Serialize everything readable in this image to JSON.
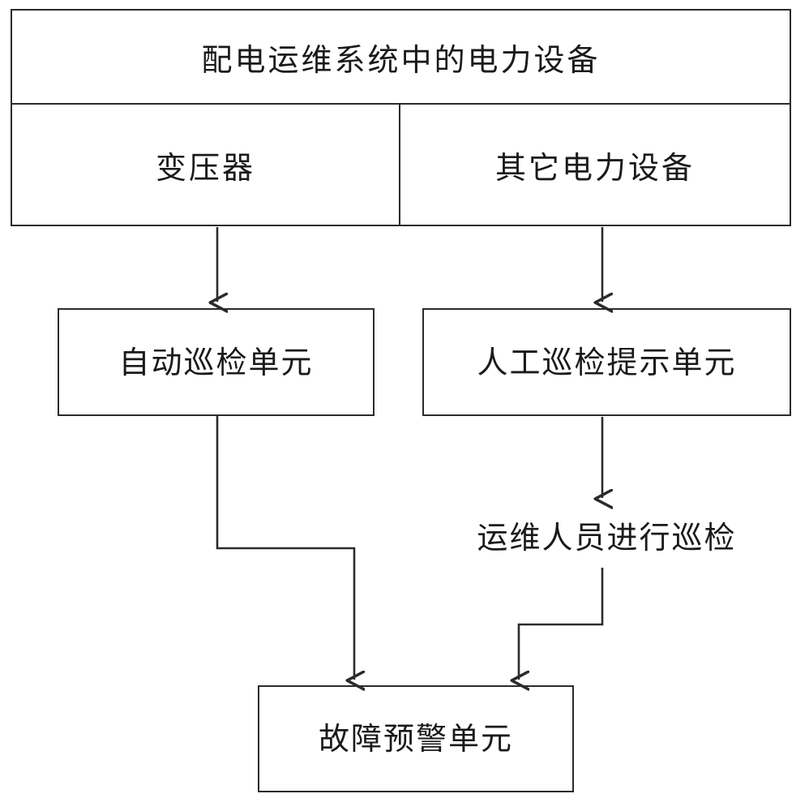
{
  "diagram": {
    "title_block": {
      "title": "配电运维系统中的电力设备",
      "children": [
        {
          "label": "变压器"
        },
        {
          "label": "其它电力设备"
        }
      ]
    },
    "nodes": [
      {
        "id": "auto-inspection",
        "label": "自动巡检单元",
        "shape": "rect"
      },
      {
        "id": "manual-prompt",
        "label": "人工巡检提示单元",
        "shape": "rect"
      },
      {
        "id": "staff-inspect",
        "label": "运维人员进行巡检",
        "shape": "text"
      },
      {
        "id": "fault-warning",
        "label": "故障预警单元",
        "shape": "rect"
      }
    ],
    "edges": [
      {
        "from": "变压器",
        "to": "自动巡检单元",
        "style": "arrow-down"
      },
      {
        "from": "其它电力设备",
        "to": "人工巡检提示单元",
        "style": "arrow-down"
      },
      {
        "from": "人工巡检提示单元",
        "to": "运维人员进行巡检",
        "style": "arrow-down"
      },
      {
        "from": "自动巡检单元",
        "to": "故障预警单元",
        "style": "elbow-arrow"
      },
      {
        "from": "运维人员进行巡检",
        "to": "故障预警单元",
        "style": "elbow-arrow"
      }
    ],
    "colors": {
      "stroke": "#2b2b2b",
      "text": "#1a1a1a",
      "background": "#ffffff"
    }
  }
}
